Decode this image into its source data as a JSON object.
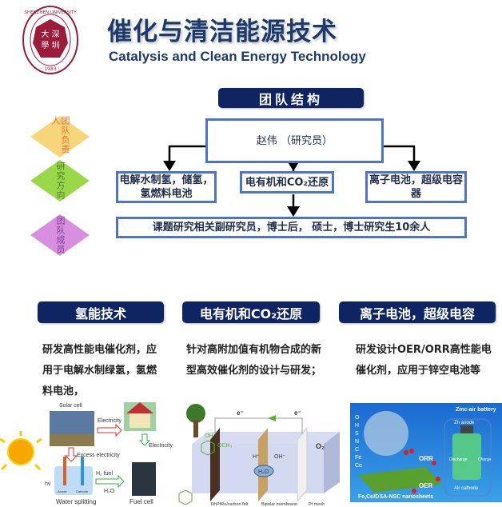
{
  "header": {
    "title_cn": "催化与清洁能源技术",
    "title_en": "Catalysis and Clean Energy Technology",
    "logo": {
      "ring_text": "SHENZHEN UNIVERSITY",
      "year": "1983",
      "center": "深圳大學"
    }
  },
  "structure": {
    "title": "团队结构",
    "leader": "赵伟  （研究员）",
    "roles": [
      {
        "label": "团队负责人",
        "color": "#f7d57a",
        "text_color": "#e8702a"
      },
      {
        "label": "研究方向",
        "color": "#9ad84a",
        "text_color": "#4c7a2a"
      },
      {
        "label": "团队成员",
        "color": "#d98fe0",
        "text_color": "#7a3a8a"
      }
    ],
    "directions": [
      "电解水制氢，储氢，氢燃料电池",
      "电有机和CO₂还原",
      "离子电池，超级电容器"
    ],
    "members": "课题研究相关副研究员，博士后， 硕士，博士研究生10余人"
  },
  "sections": [
    {
      "title": "氢能技术",
      "desc": "研发高性能电催化剂，应用于电解水制绿氢，氢燃料电池，",
      "figure": {
        "labels": [
          "Solar cell",
          "Electricity",
          "Excess electricity",
          "Electricity",
          "H₂ fuel",
          "H₂O",
          "hν",
          "Water splitting",
          "Fuel cell",
          "Anode",
          "Cathode"
        ]
      }
    },
    {
      "title": "电有机和CO₂还原",
      "desc": "针对高附加值有机物合成的新型高效催化剂的设计与研发；",
      "figure": {
        "labels": [
          "e⁻",
          "e⁻",
          "OH",
          "OCH₃",
          "H⁺",
          "OH⁻",
          "H₂O",
          "O₂",
          "RhPtRu/carbon felt",
          "Bipolar membrane",
          "Pt mesh"
        ]
      }
    },
    {
      "title": "离子电池，超级电容",
      "desc": "研发设计OER/ORR高性能电催化剂，应用于锌空电池等",
      "figure": {
        "labels": [
          "Zinc-air battery",
          "Zn anode",
          "Air cathode",
          "ORR",
          "OER",
          "Discharge",
          "Charge",
          "Fe,Co/DSA-NSC nanosheets"
        ],
        "legend": [
          "O",
          "H",
          "S",
          "N",
          "C",
          "Fe",
          "Co"
        ]
      }
    }
  ],
  "colors": {
    "navy": "#0f2463",
    "title": "#1c3a6b",
    "box_border": "#4a74d0",
    "logo": "#9b1b3a"
  }
}
